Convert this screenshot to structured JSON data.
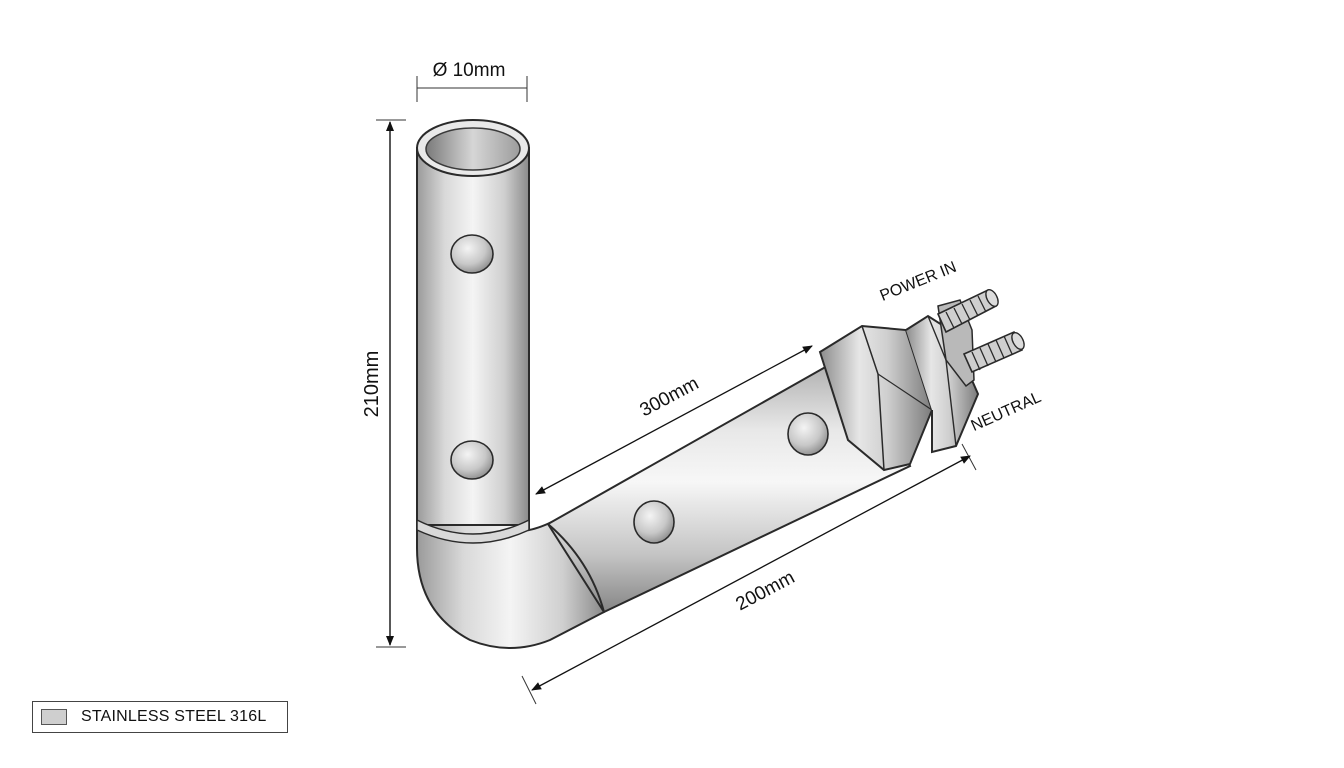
{
  "dimensions": {
    "diameter": "Ø 10mm",
    "vertical_length": "210mm",
    "diagonal_upper_length": "300mm",
    "diagonal_lower_length": "200mm"
  },
  "terminals": {
    "power_in": "POWER IN",
    "neutral": "NEUTRAL"
  },
  "legend": {
    "label": "STAINLESS STEEL 316L",
    "swatch_color": "#cfcfcf"
  },
  "colors": {
    "metal_light": "#f2f2f2",
    "metal_mid": "#c8c8c8",
    "metal_dark": "#8e8e8e",
    "outline": "#2a2a2a"
  }
}
